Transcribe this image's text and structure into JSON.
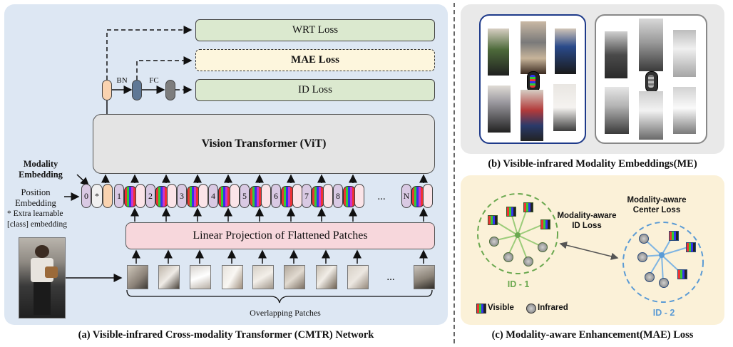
{
  "panel_a": {
    "caption": "(a) Visible-infrared Cross-modality Transformer (CMTR) Network",
    "losses": {
      "wrt": "WRT Loss",
      "mae": "MAE Loss",
      "id": "ID Loss"
    },
    "bn_label": "BN",
    "fc_label": "FC",
    "vit_label": "Vision Transformer (ViT)",
    "modality_embedding_label": "Modality Embedding",
    "position_embedding_label": "Position Embedding",
    "extra_note": "* Extra learnable [class] embedding",
    "token_labels": [
      "0",
      "*",
      "1",
      "2",
      "3",
      "4",
      "5",
      "6",
      "7",
      "8",
      "...",
      "N"
    ],
    "linear_projection_label": "Linear Projection of Flattened Patches",
    "patches_ellipsis": "...",
    "patches_label": "Overlapping Patches"
  },
  "panel_b": {
    "caption": "(b) Visible-infrared Modality Embeddings(ME)"
  },
  "panel_c": {
    "caption": "(c) Modality-aware Enhancement(MAE) Loss",
    "id_loss_label": "Modality-aware ID Loss",
    "center_loss_label": "Modality-aware Center Loss",
    "cluster1_label": "ID - 1",
    "cluster2_label": "ID - 2",
    "legend_visible": "Visible",
    "legend_infrared": "Infrared"
  },
  "colors": {
    "panel_a_bg": "#dde7f3",
    "panel_b_bg": "#e9e9e9",
    "panel_c_bg": "#fbf1d8",
    "loss_box": "#dbe9cf",
    "mae_box": "#fdf6dd",
    "linear_projection": "#f7d7dc",
    "cls_token": "#f9d3b0",
    "bn_node": "#5f7896",
    "fc_node": "#7d7d7d",
    "cluster1": "#6aa84f",
    "cluster2": "#5b9bd5",
    "visible_frame": "#1e3a8a",
    "infrared_frame": "#888888"
  },
  "icons": {
    "visible_marker": "rgb-grid-icon",
    "infrared_marker": "gray-circle-icon"
  }
}
